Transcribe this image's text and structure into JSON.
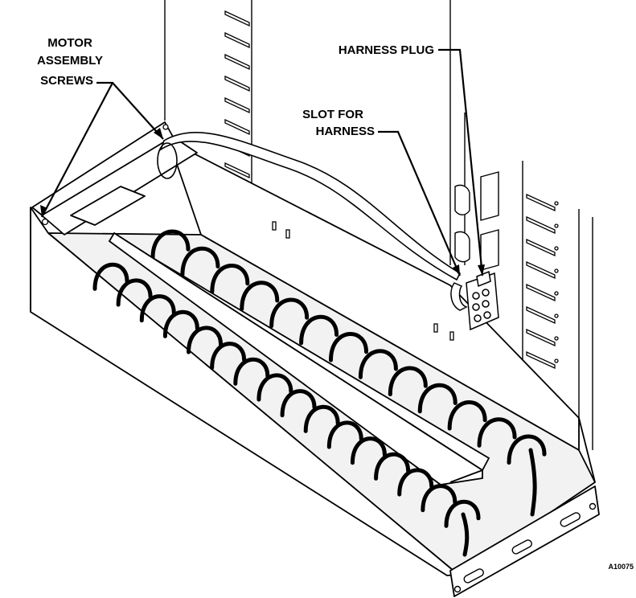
{
  "callouts": {
    "motor_screws": {
      "line1": "MOTOR",
      "line2": "ASSEMBLY",
      "line3": "SCREWS"
    },
    "harness_plug": {
      "text": "HARNESS PLUG"
    },
    "slot_harness": {
      "line1": "SLOT FOR",
      "line2": "HARNESS"
    }
  },
  "figure_id": "A10075",
  "colors": {
    "ink": "#000000",
    "paper": "#ffffff",
    "tray_shade": "#f2f2f2",
    "harness_fill": "#ffffff"
  },
  "spiral": {
    "back_turns": 13,
    "front_turns": 16
  }
}
